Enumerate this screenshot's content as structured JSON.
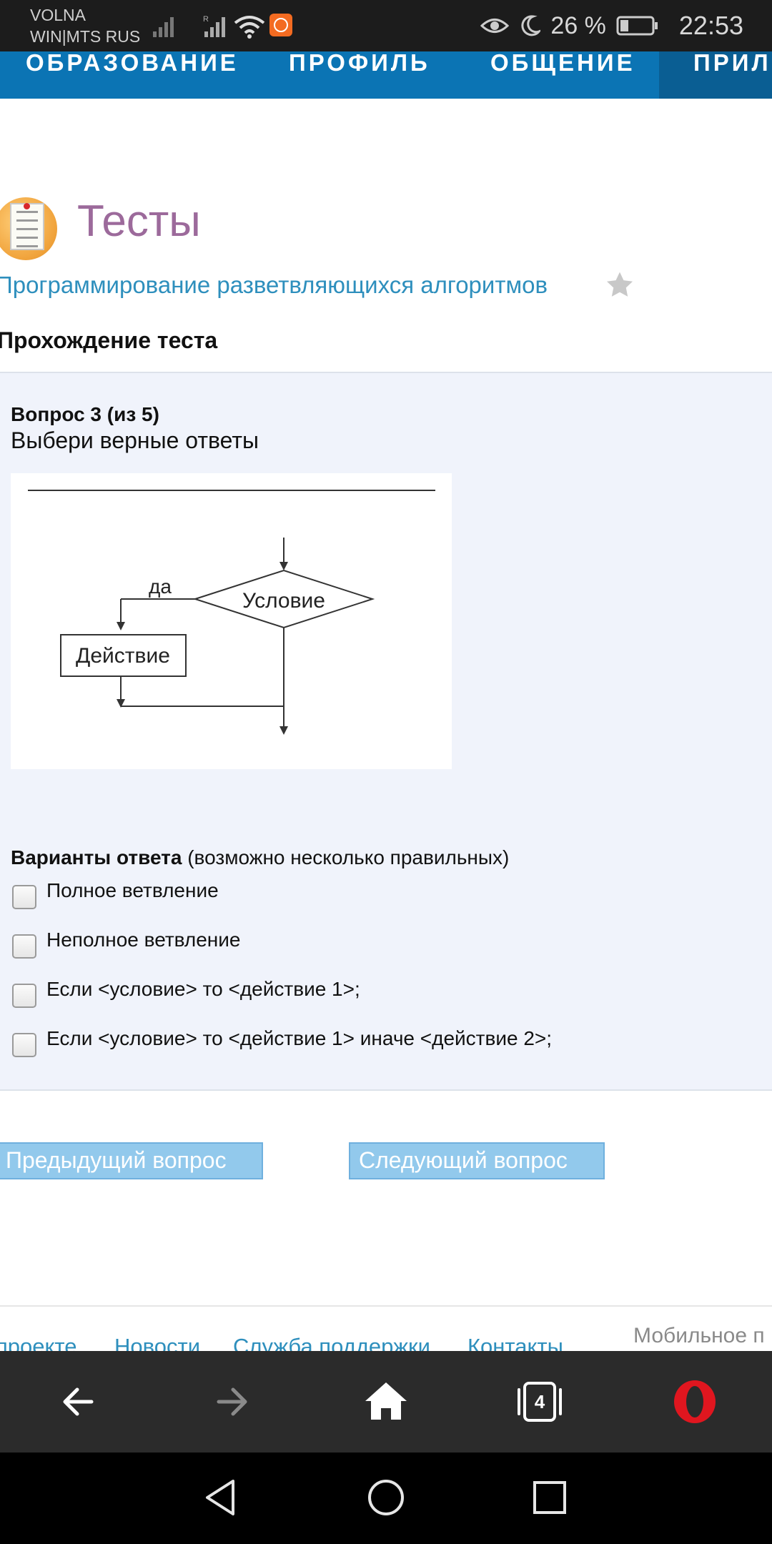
{
  "status_bar": {
    "carrier_line1": "VOLNA",
    "carrier_line2": "WIN|MTS RUS",
    "battery_percent": "26 %",
    "battery_level": 0.26,
    "time": "22:53"
  },
  "top_nav": {
    "items": [
      {
        "label": "ОБРАЗОВАНИЕ"
      },
      {
        "label": "ПРОФИЛЬ"
      },
      {
        "label": "ОБЩЕНИЕ"
      },
      {
        "label": "ПРИЛО"
      }
    ]
  },
  "page": {
    "title": "Тесты",
    "test_name": "Программирование разветвляющихся алгоритмов",
    "section_title": "Прохождение теста"
  },
  "question": {
    "number_label": "Вопрос 3 (из 5)",
    "text": "Выбери верные ответы",
    "diagram": {
      "yes_label": "да",
      "condition_label": "Условие",
      "action_label": "Действие"
    },
    "variants_title": "Варианты ответа",
    "variants_hint": " (возможно несколько правильных)",
    "answers": [
      {
        "label": "Полное ветвление",
        "checked": false
      },
      {
        "label": "Неполное ветвление",
        "checked": false
      },
      {
        "label": "Если <условие> то <действие 1>;",
        "checked": false
      },
      {
        "label": "Если <условие> то <действие 1> иначе <действие 2>;",
        "checked": false
      }
    ]
  },
  "buttons": {
    "prev_label": "Предыдущий вопрос",
    "next_label": "Следующий вопрос"
  },
  "footer": {
    "links": [
      "проекте",
      "Новости",
      "Служба поддержки",
      "Контакты"
    ],
    "mobile_text": "Мобильное п"
  },
  "browser_toolbar": {
    "tab_count": "4"
  },
  "colors": {
    "nav_bar": "#0b74b4",
    "title": "#9c6a9b",
    "link": "#2e8fbd",
    "button": "#92c9ec",
    "panel": "#f0f3fb",
    "opera_red": "#e0161f"
  }
}
